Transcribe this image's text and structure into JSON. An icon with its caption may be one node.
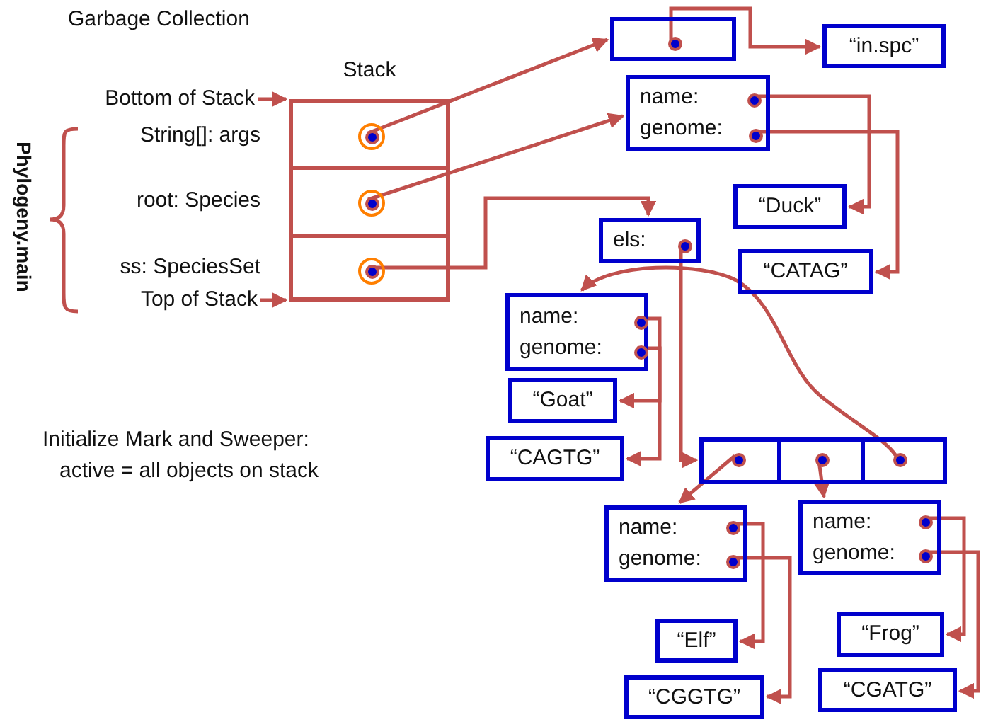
{
  "diagram": {
    "title": "Garbage Collection",
    "nodes": [
      {
        "text": [
          "Stack"
        ]
      },
      {
        "text": [],
        "shape": "box",
        "in": 0
      },
      {
        "text": [],
        "shape": "box",
        "in": 0
      },
      {
        "text": [],
        "shape": "box",
        "in": 0
      },
      {
        "text": [
          "Bottom of Stack"
        ]
      },
      {
        "text": [
          "Top of Stack"
        ]
      },
      {
        "text": [],
        "shape": "box"
      },
      {
        "text": [
          "“in.spc”"
        ]
      },
      {
        "text": [
          "name:",
          "genome:"
        ]
      },
      {
        "text": [
          "“Duck”"
        ]
      },
      {
        "text": [
          "“CATAG”"
        ]
      },
      {
        "text": [
          "els:"
        ]
      },
      {
        "text": [
          "name:",
          "genome:"
        ]
      },
      {
        "text": [
          "“Goat”"
        ]
      },
      {
        "text": [
          "“CAGTG”"
        ]
      },
      {
        "text": [],
        "shape": "box"
      },
      {
        "text": [],
        "shape": "box",
        "in": 15
      },
      {
        "text": [],
        "shape": "box",
        "in": 15
      },
      {
        "text": [],
        "shape": "box",
        "in": 15
      },
      {
        "text": [
          "name:",
          "genome:"
        ]
      },
      {
        "text": [
          "name:",
          "genome:"
        ]
      },
      {
        "text": [
          "“Elf”"
        ]
      },
      {
        "text": [
          "“CGGTG”"
        ]
      },
      {
        "text": [
          "“Frog”"
        ]
      },
      {
        "text": [
          "“CGATG”"
        ]
      }
    ],
    "edges": [
      {
        "from": 4,
        "to": 0,
        "arrow": "to"
      },
      {
        "from": 5,
        "to": 0,
        "arrow": "to"
      },
      {
        "from": 1,
        "to": 6,
        "arrow": "to"
      },
      {
        "from": 2,
        "to": 8,
        "arrow": "to"
      },
      {
        "from": 3,
        "to": 11,
        "arrow": "to"
      },
      {
        "from": 6,
        "to": 7,
        "arrow": "to"
      },
      {
        "from": 8,
        "to": 9,
        "arrow": "to"
      },
      {
        "from": 8,
        "to": 10,
        "arrow": "to"
      },
      {
        "from": 11,
        "to": 15,
        "arrow": "to"
      },
      {
        "from": 18,
        "to": 12,
        "arrow": "to"
      },
      {
        "from": 12,
        "to": 13,
        "arrow": "to"
      },
      {
        "from": 12,
        "to": 14,
        "arrow": "to"
      },
      {
        "from": 16,
        "to": 19,
        "arrow": "to"
      },
      {
        "from": 17,
        "to": 20,
        "arrow": "to"
      },
      {
        "from": 19,
        "to": 21,
        "arrow": "to"
      },
      {
        "from": 19,
        "to": 22,
        "arrow": "to"
      },
      {
        "from": 20,
        "to": 23,
        "arrow": "to"
      },
      {
        "from": 20,
        "to": 24,
        "arrow": "to"
      }
    ],
    "labels": [
      "String[]: args",
      "Phylogeny.main",
      "root: Species",
      "ss: SpeciesSet",
      "Initialize Mark and Sweeper: active = all objects on stack"
    ]
  }
}
